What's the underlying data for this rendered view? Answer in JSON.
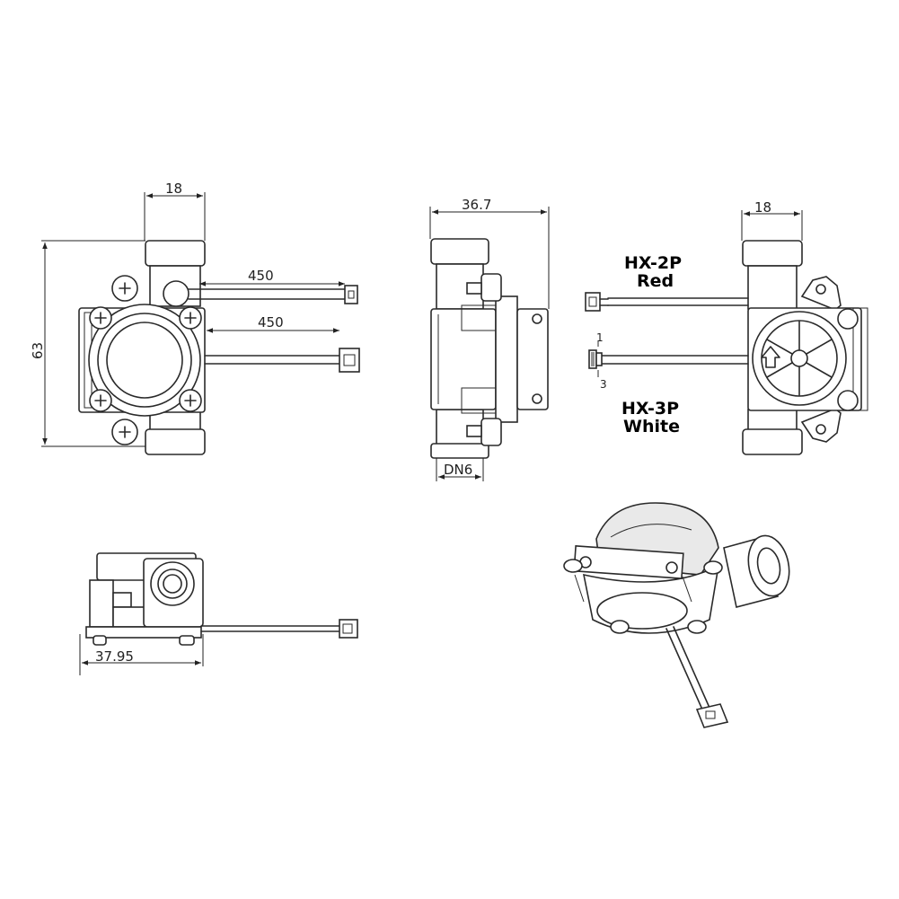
{
  "dimensions": {
    "front_width": "18",
    "front_height": "63",
    "cable_upper": "450",
    "cable_lower": "450",
    "side_width": "36.7",
    "side_port": "DN6",
    "back_width": "18",
    "bottom_length": "37.95"
  },
  "connectors": {
    "two_pin_name": "HX-2P",
    "two_pin_color": "Red",
    "three_pin_name": "HX-3P",
    "three_pin_color": "White",
    "pin_first": "1",
    "pin_last": "3"
  }
}
